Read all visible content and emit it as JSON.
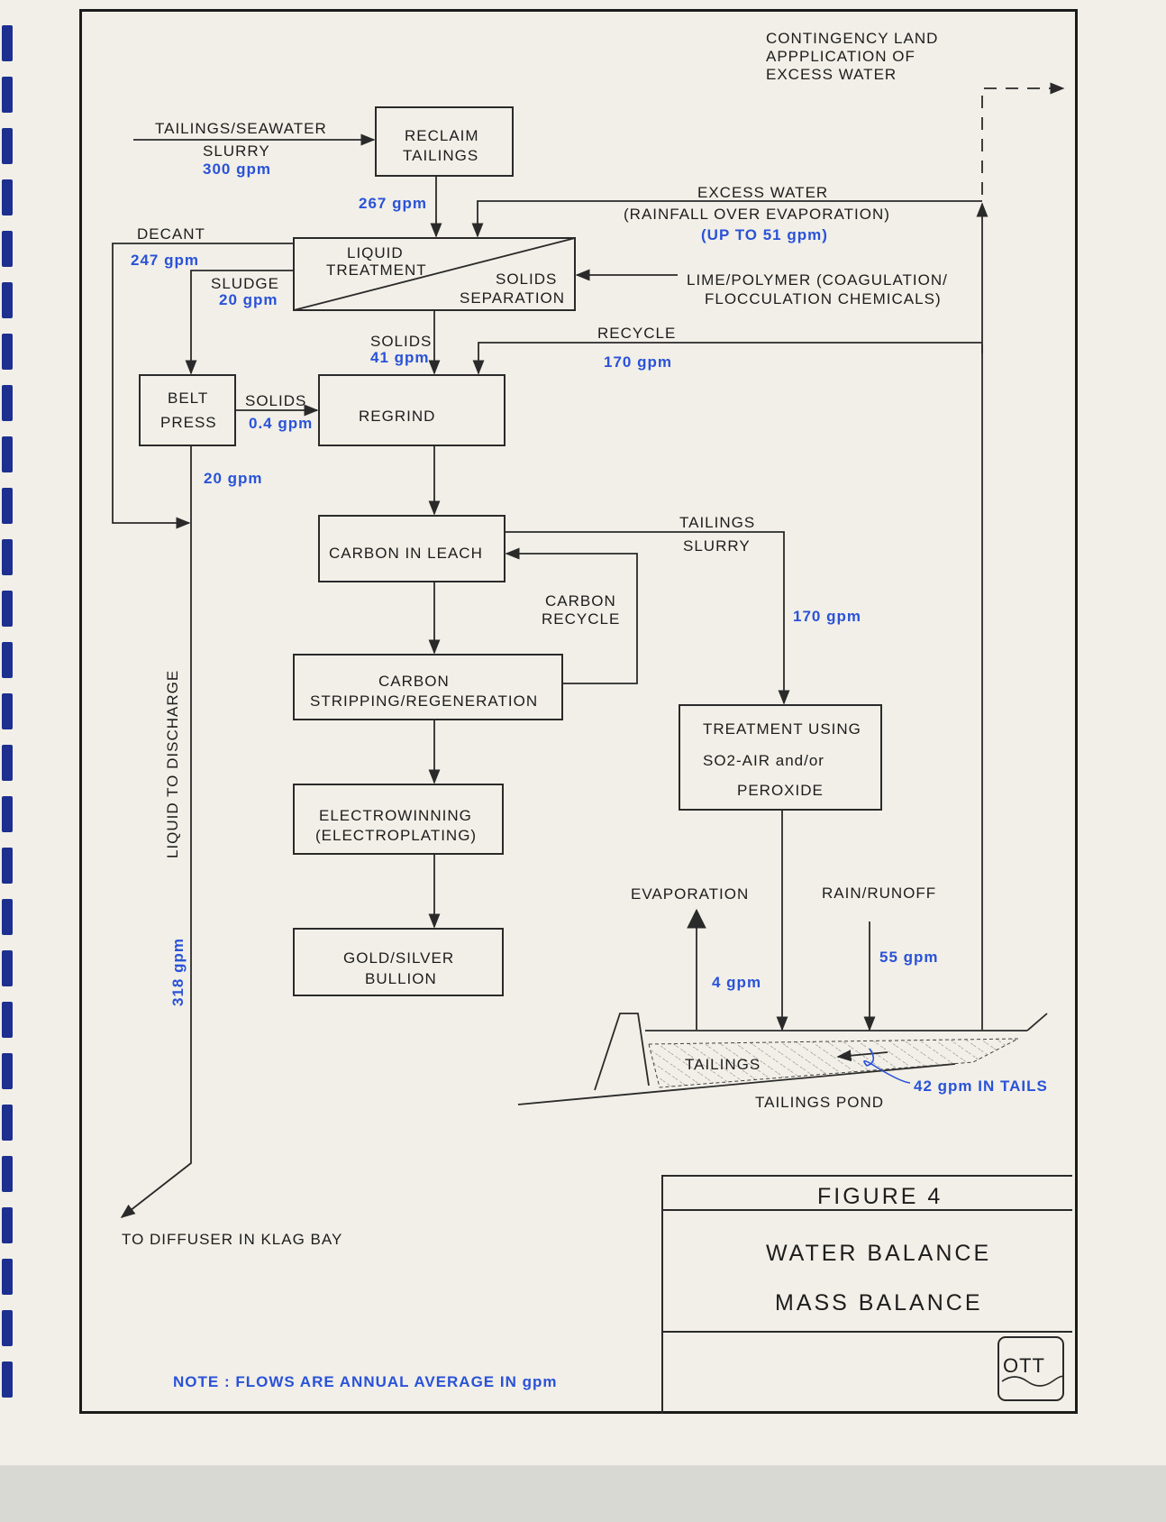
{
  "colors": {
    "paper": "#f1efe7",
    "ink": "#1d1d1d",
    "flow": "#2a52d8",
    "binding": "#1d2f8f"
  },
  "boxes": {
    "reclaim": {
      "l1": "RECLAIM",
      "l2": "TAILINGS"
    },
    "liquid": {
      "l1": "LIQUID",
      "l2": "TREATMENT"
    },
    "solids_sep": {
      "l1": "SOLIDS",
      "l2": "SEPARATION"
    },
    "belt": {
      "l1": "BELT",
      "l2": "PRESS"
    },
    "regrind": "REGRIND",
    "cil": "CARBON IN LEACH",
    "stripping": {
      "l1": "CARBON",
      "l2": "STRIPPING/REGENERATION"
    },
    "electro": {
      "l1": "ELECTROWINNING",
      "l2": "(ELECTROPLATING)"
    },
    "bullion": {
      "l1": "GOLD/SILVER",
      "l2": "BULLION"
    },
    "treatment": {
      "l1": "TREATMENT USING",
      "l2": "SO2-AIR and/or",
      "l3": "PEROXIDE"
    }
  },
  "labels": {
    "contingency": [
      "CONTINGENCY LAND",
      "APPPLICATION OF",
      "EXCESS WATER"
    ],
    "tailings_seawater": "TAILINGS/SEAWATER",
    "slurry": "SLURRY",
    "excess": [
      "EXCESS WATER",
      "(RAINFALL OVER EVAPORATION)"
    ],
    "decant": "DECANT",
    "sludge": "SLUDGE",
    "lime": [
      "LIME/POLYMER (COAGULATION/",
      "FLOCCULATION CHEMICALS)"
    ],
    "solids": "SOLIDS",
    "recycle": "RECYCLE",
    "solids2": "SOLIDS",
    "tail_slurry": [
      "TAILINGS",
      "SLURRY"
    ],
    "carbon_recycle": [
      "CARBON",
      "RECYCLE"
    ],
    "liquid_discharge": "LIQUID TO DISCHARGE",
    "evaporation": "EVAPORATION",
    "rain": "RAIN/RUNOFF",
    "tailings": "TAILINGS",
    "pond": "TAILINGS POND",
    "diffuser": "TO DIFFUSER IN KLAG BAY"
  },
  "flows": {
    "f300": "300 gpm",
    "f267": "267 gpm",
    "f51": "(UP TO 51 gpm)",
    "f247": "247 gpm",
    "f20a": "20 gpm",
    "f41": "41 gpm",
    "f170a": "170 gpm",
    "f04": "0.4 gpm",
    "f20b": "20 gpm",
    "f170b": "170 gpm",
    "f318": "318 gpm",
    "f4": "4 gpm",
    "f55": "55 gpm",
    "f42": "42 gpm IN TAILS"
  },
  "note": "NOTE : FLOWS ARE ANNUAL AVERAGE IN gpm",
  "titleblock": {
    "figure": "FIGURE 4",
    "line1": "WATER BALANCE",
    "line2": "MASS BALANCE",
    "logo": "OTT"
  }
}
